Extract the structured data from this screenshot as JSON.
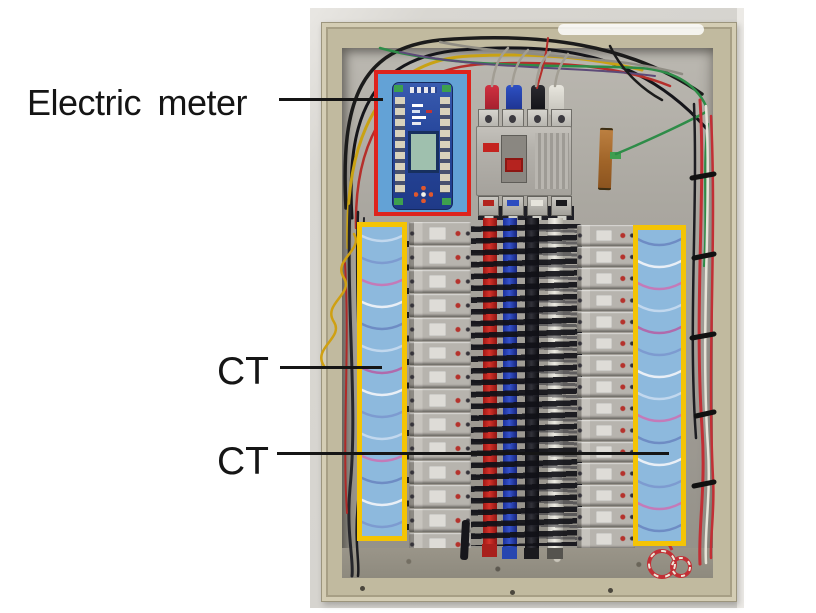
{
  "annotations": {
    "meter_label": "Electric meter",
    "ct_label_1": "CT",
    "ct_label_2": "CT"
  },
  "highlight_colors": {
    "electric_meter_outline": "#de231d",
    "ct_outline": "#f4c405",
    "ct_fill": "#8db9dd",
    "meter_backplate": "#63a2d6"
  },
  "photo_colors": {
    "enclosure_frame": "#c1ba9f",
    "backplane_gray": "#a9a69f",
    "bus_red": "#c8261e",
    "bus_blue": "#2f4cc0",
    "bus_black": "#15151a",
    "bus_neutral": "#d9d7cf",
    "breaker_gray": "#b7b4ae"
  }
}
